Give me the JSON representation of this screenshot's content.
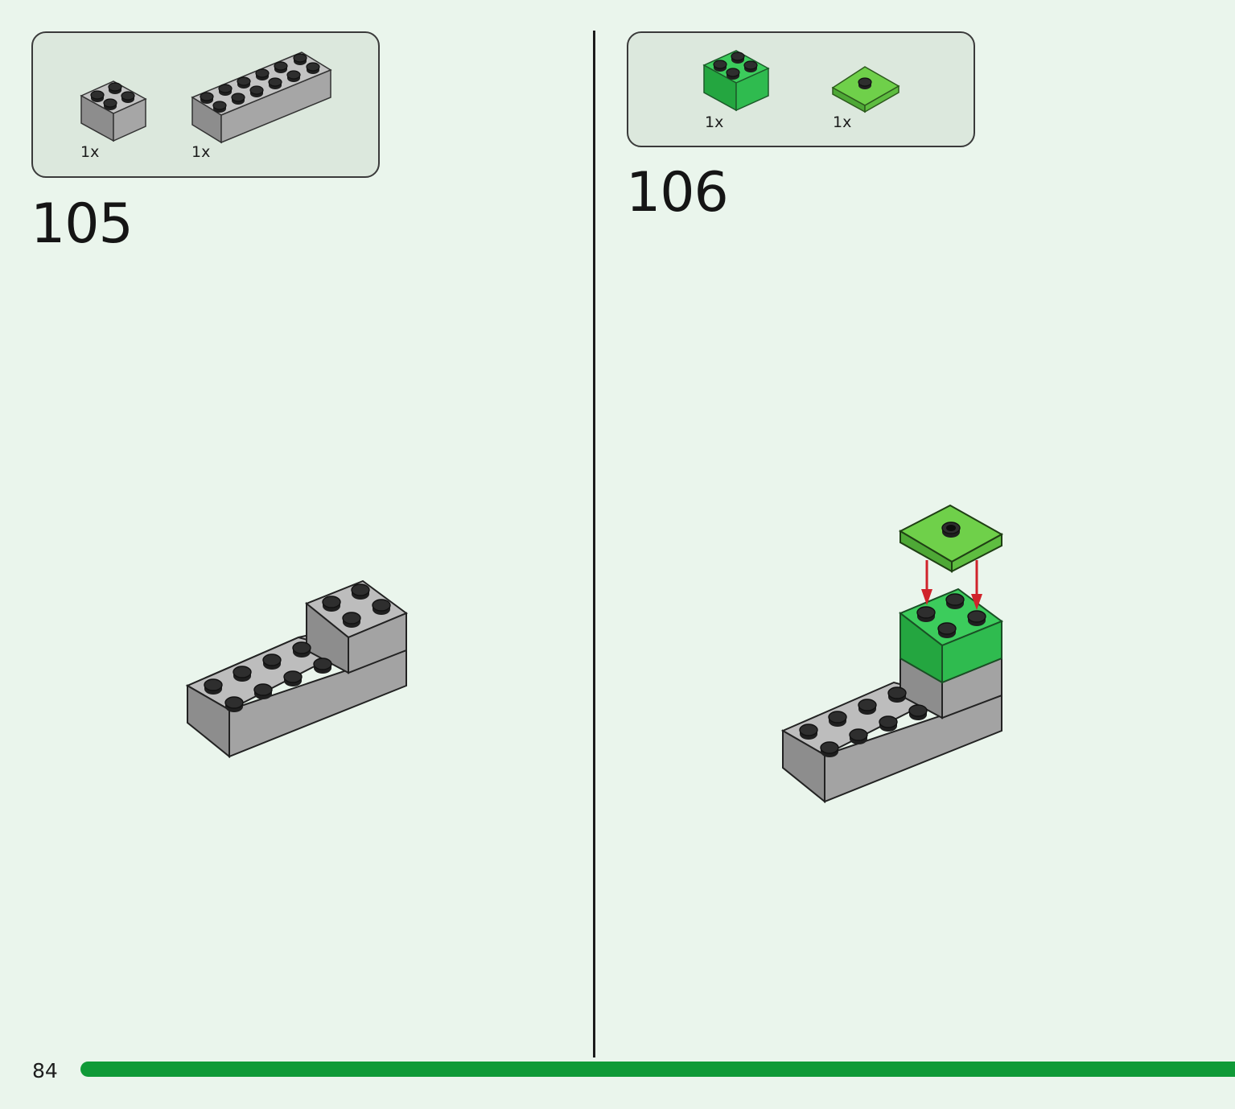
{
  "page": {
    "number": "84"
  },
  "colors": {
    "background": "#eaf5ec",
    "parts_box": "#dce8dd",
    "progress_bar": "#0f9a37",
    "brick_gray": "#a3a3a3",
    "brick_green": "#2db84a",
    "plate_lime": "#63c441",
    "arrow_red": "#d0232b"
  },
  "steps": [
    {
      "number": "105",
      "parts": [
        {
          "qty": "1x",
          "piece": "gray-brick-2x2-icon"
        },
        {
          "qty": "1x",
          "piece": "gray-brick-2x6-icon"
        }
      ]
    },
    {
      "number": "106",
      "parts": [
        {
          "qty": "1x",
          "piece": "green-brick-2x2-icon"
        },
        {
          "qty": "1x",
          "piece": "lime-plate-2x2-jumper-icon"
        }
      ]
    }
  ]
}
